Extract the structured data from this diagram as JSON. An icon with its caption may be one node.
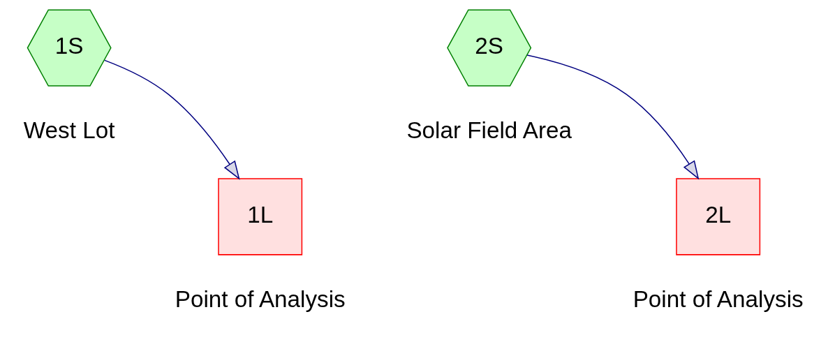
{
  "diagram": {
    "nodes": [
      {
        "text": [
          "1S"
        ],
        "beside": [
          "West Lot"
        ]
      },
      {
        "text": [
          "1L"
        ],
        "beside": [
          "Point of Analysis"
        ]
      },
      {
        "text": [
          "2S"
        ],
        "beside": [
          "Solar Field Area"
        ]
      },
      {
        "text": [
          "2L"
        ],
        "beside": [
          "Point of Analysis"
        ]
      }
    ],
    "edges": [
      {
        "from": 0,
        "to": 1,
        "arrow": "to"
      },
      {
        "from": 2,
        "to": 3,
        "arrow": "to"
      }
    ]
  }
}
